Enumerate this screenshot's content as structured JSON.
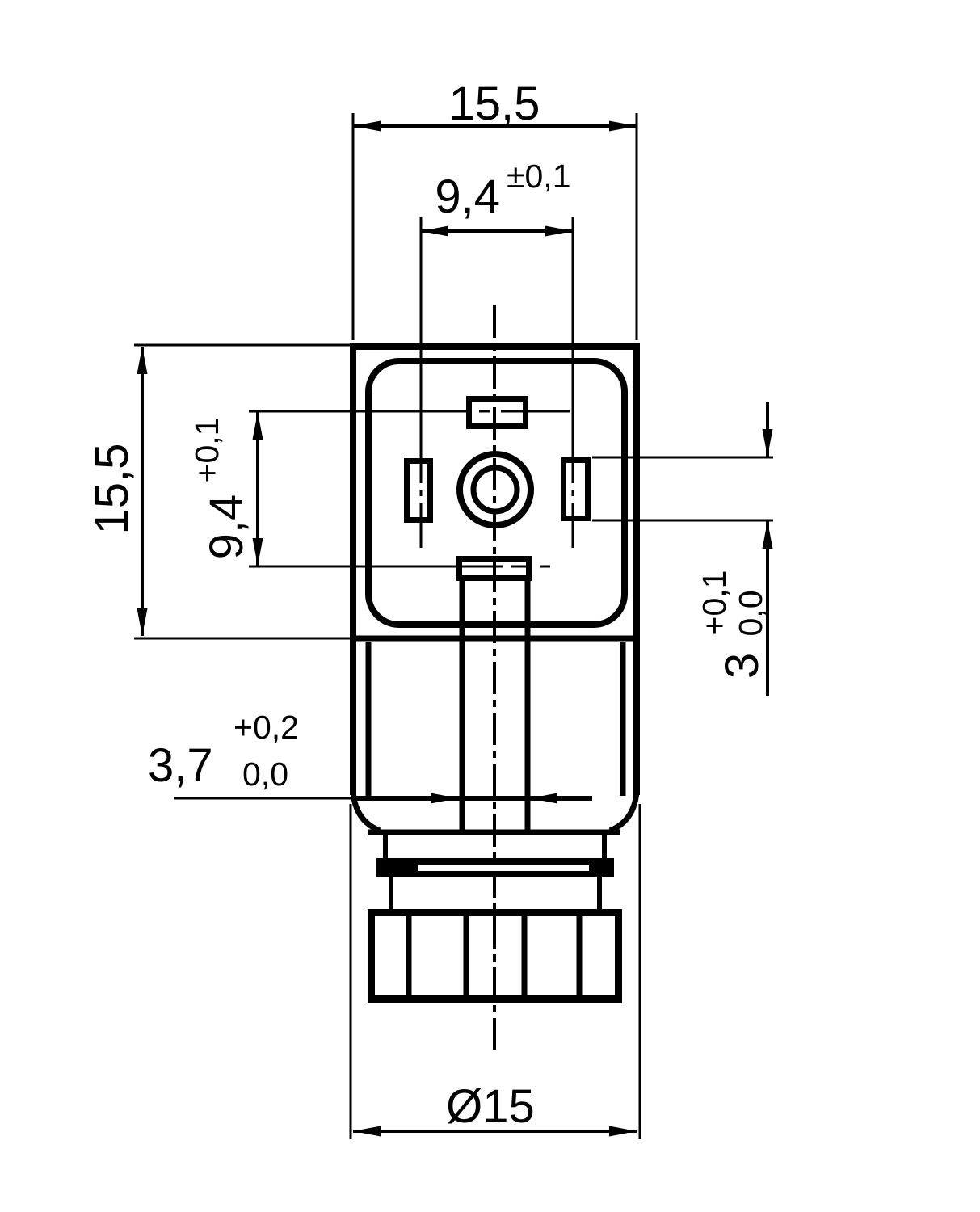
{
  "drawing": {
    "type": "technical-dimension-drawing",
    "subject": "valve-connector-top-view",
    "colors": {
      "line": "#000000",
      "background": "#ffffff"
    }
  },
  "dimensions": {
    "overall_width": "15,5",
    "pin_pitch_h": "9,4",
    "pin_pitch_h_tol": "±0,1",
    "overall_height": "15,5",
    "pin_pitch_v": "9,4",
    "pin_pitch_v_tol": "+0,1",
    "pin_slot_width": "3",
    "pin_slot_tol_upper": "+0,1",
    "pin_slot_tol_lower": "0,0",
    "cable_entry_width": "3,7",
    "cable_entry_tol_upper": "+0,2",
    "cable_entry_tol_lower": "0,0",
    "nut_diameter": "Ø15"
  }
}
